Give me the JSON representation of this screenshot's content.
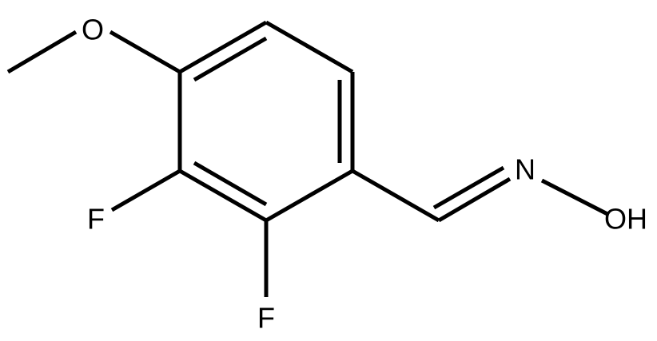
{
  "molecule": {
    "atoms": {
      "oxygen_methoxy": "O",
      "fluorine_3": "F",
      "fluorine_2": "F",
      "nitrogen": "N",
      "hydroxyl": "OH"
    },
    "colors": {
      "bond": "#000000",
      "label": "#000000",
      "background": "#ffffff"
    }
  }
}
